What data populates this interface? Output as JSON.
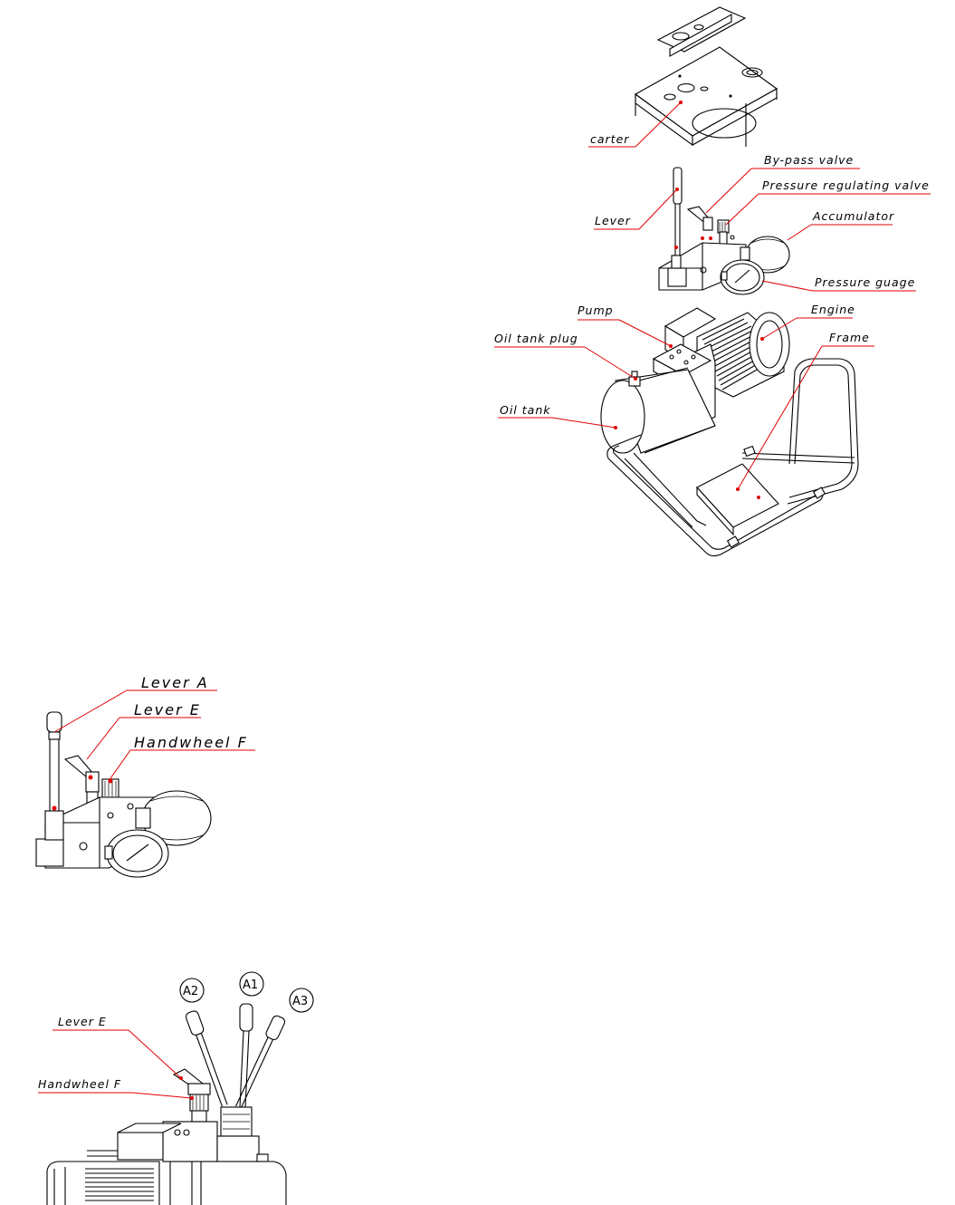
{
  "labels": {
    "carter": "carter",
    "bypass_valve": "By-pass valve",
    "pressure_regulating_valve": "Pressure regulating valve",
    "lever": "Lever",
    "accumulator": "Accumulator",
    "pressure_gauge": "Pressure guage",
    "pump": "Pump",
    "engine": "Engine",
    "oil_tank_plug": "Oil tank plug",
    "frame": "Frame",
    "oil_tank": "Oil tank"
  },
  "detail_valve": {
    "lever_a": "Lever A",
    "lever_e": "Lever E",
    "handwheel_f": "Handwheel F"
  },
  "detail_positions": {
    "lever_e": "Lever E",
    "handwheel_f": "Handwheel F",
    "a1": "A1",
    "a2": "A2",
    "a3": "A3"
  },
  "colors": {
    "leader": "#e00000",
    "line": "#000000",
    "background": "#ffffff"
  }
}
